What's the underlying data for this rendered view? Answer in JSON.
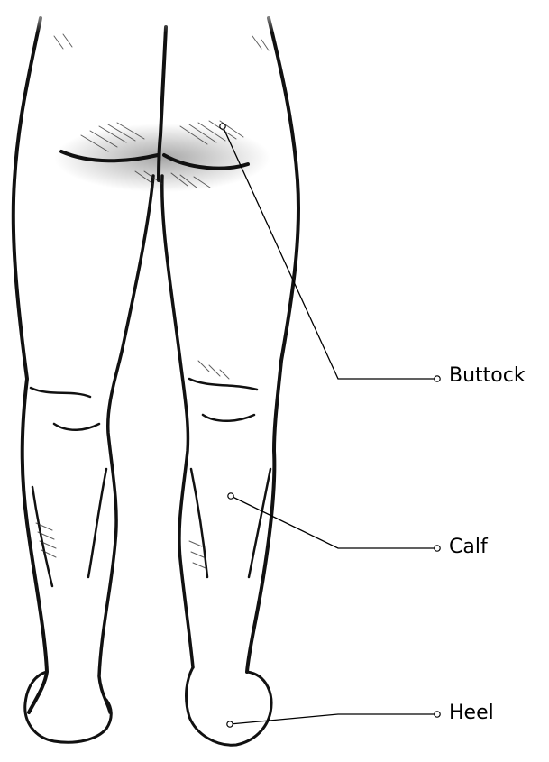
{
  "labels": {
    "buttock": "Buttock",
    "calf": "Calf",
    "heel": "Heel"
  },
  "colors": {
    "ink": "#111111",
    "background": "#ffffff"
  }
}
